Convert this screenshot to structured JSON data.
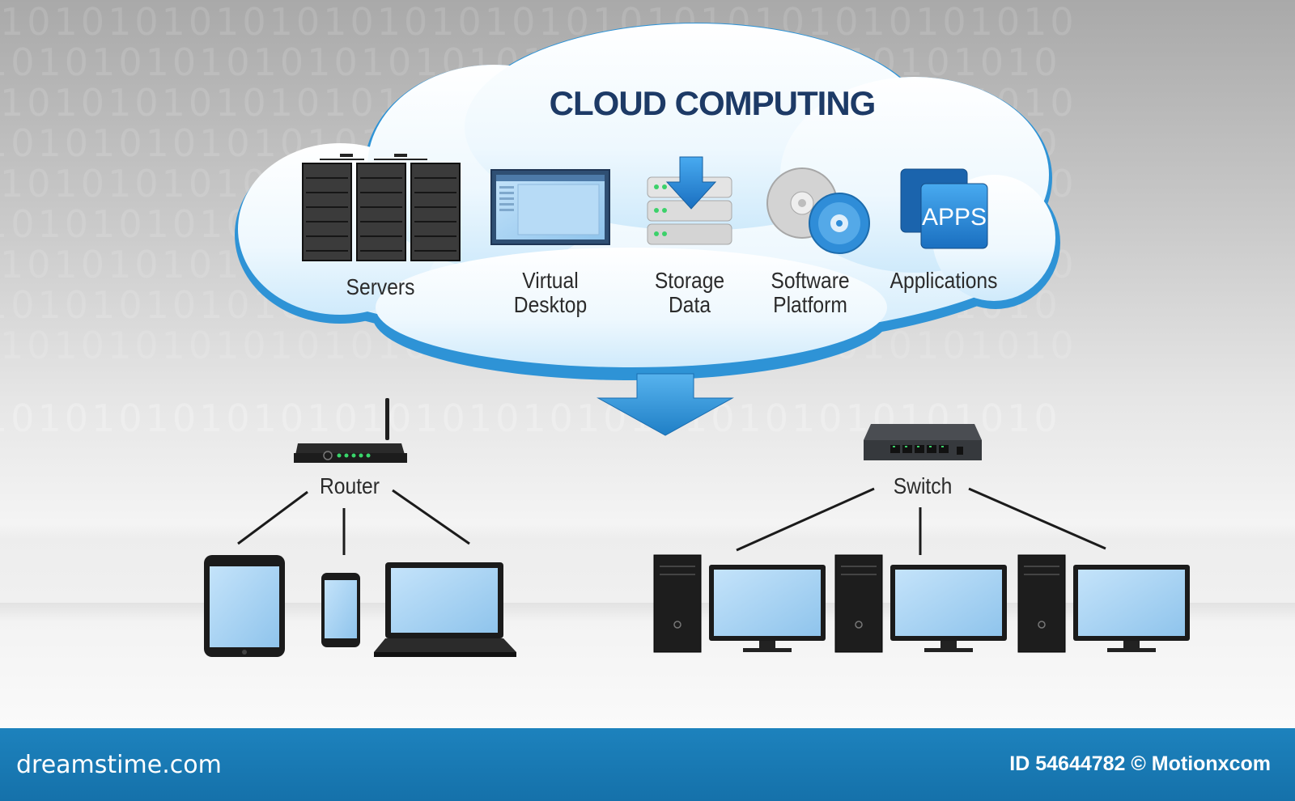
{
  "diagram": {
    "title": "CLOUD COMPUTING",
    "services": [
      {
        "label": "Servers",
        "icon": "server-rack-icon"
      },
      {
        "label": "Virtual\nDesktop",
        "icon": "virtual-desktop-icon"
      },
      {
        "label": "Storage\nData",
        "icon": "storage-data-icon"
      },
      {
        "label": "Software\nPlatform",
        "icon": "software-discs-icon"
      },
      {
        "label": "Applications",
        "icon": "apps-icon",
        "icon_text": "APPS"
      }
    ],
    "router": {
      "label": "Router",
      "devices": [
        "tablet",
        "smartphone",
        "laptop"
      ]
    },
    "switch": {
      "label": "Switch",
      "devices": [
        "desktop-pc",
        "desktop-pc",
        "desktop-pc"
      ]
    },
    "background_pattern": "1010101010101010101010101010101010101010"
  },
  "footer": {
    "site": "dreamstime.com",
    "id_text": "ID 54644782 © Motionxcom"
  },
  "colors": {
    "cloud_fill": "#e6f5fd",
    "cloud_edge": "#2e93d6",
    "title": "#1d3a66",
    "footer_bg": "#1a7ab7",
    "screen": "#a9d3f2"
  }
}
